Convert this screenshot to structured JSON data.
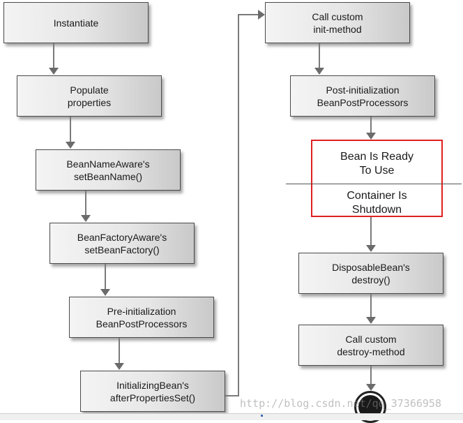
{
  "diagram": {
    "steps": {
      "instantiate": [
        "Instantiate"
      ],
      "populate": [
        "Populate",
        "properties"
      ],
      "bean_name_aware": [
        "BeanNameAware's",
        "setBeanName()"
      ],
      "bean_factory_aware": [
        "BeanFactoryAware's",
        "setBeanFactory()"
      ],
      "pre_init": [
        "Pre-initialization",
        "BeanPostProcessors"
      ],
      "initializing_bean": [
        "InitializingBean's",
        "afterPropertiesSet()"
      ],
      "init_method": [
        "Call custom",
        "init-method"
      ],
      "post_init": [
        "Post-initialization",
        "BeanPostProcessors"
      ],
      "disposable_bean": [
        "DisposableBean's",
        "destroy()"
      ],
      "destroy_method": [
        "Call custom",
        "destroy-method"
      ]
    },
    "states": {
      "ready": [
        "Bean Is Ready",
        "To Use"
      ],
      "shutdown": [
        "Container Is",
        "Shutdown"
      ]
    },
    "watermark": "http://blog.csdn.net/qq_37366958"
  }
}
